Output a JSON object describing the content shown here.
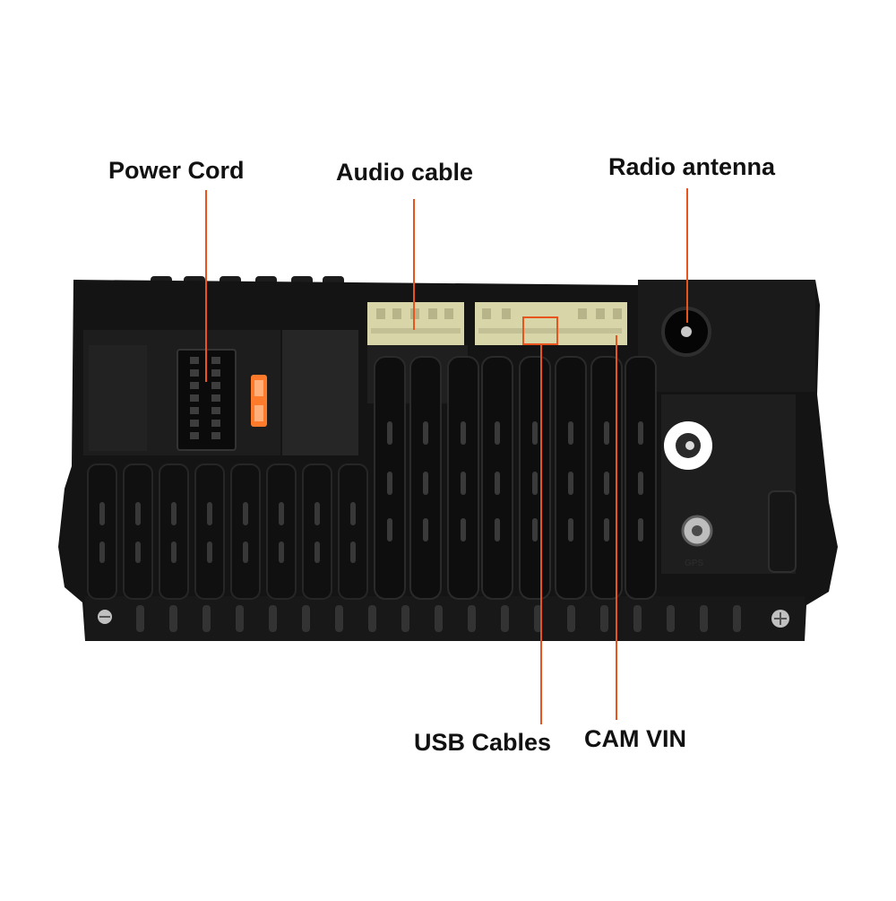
{
  "labels": {
    "power_cord": "Power Cord",
    "audio_cable": "Audio cable",
    "radio_antenna": "Radio antenna",
    "usb_cables": "USB Cables",
    "cam_vin": "CAM VIN"
  },
  "device": {
    "gps_port_label": "GPS"
  },
  "colors": {
    "leader_line": "#e8541e",
    "usb_highlight_box": "#e8541e",
    "housing": "#141414",
    "connector": "#d8d5a8",
    "fuse": "#ff7a2a"
  }
}
